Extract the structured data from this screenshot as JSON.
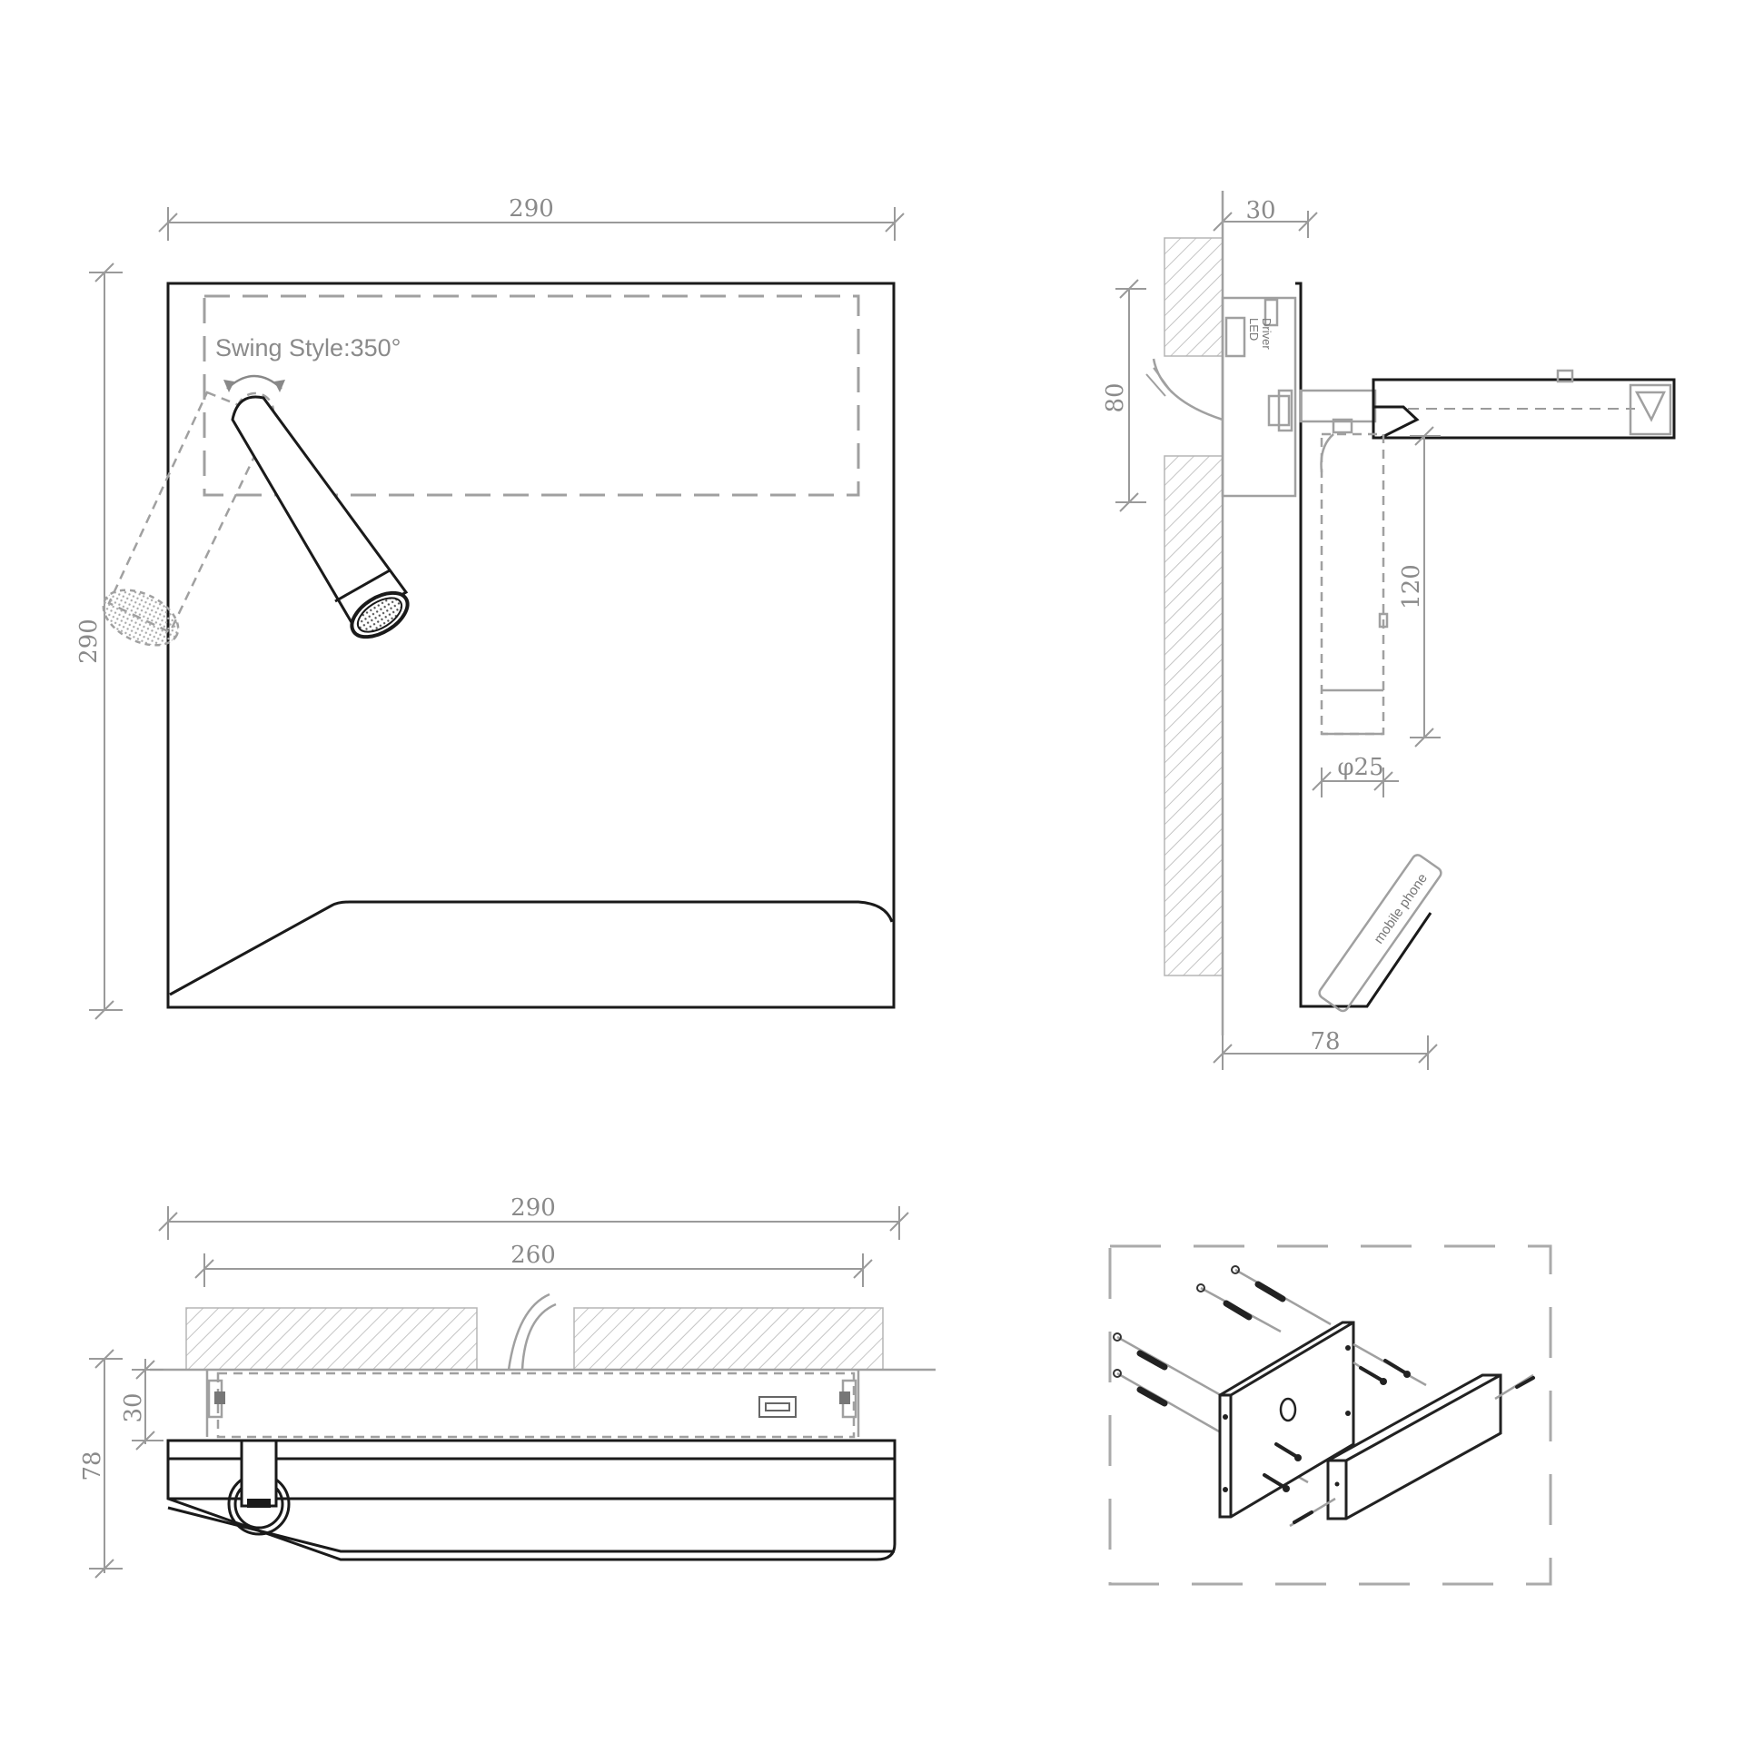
{
  "front_view": {
    "width_dim": "290",
    "height_dim": "290",
    "swing_label": "Swing Style:350°"
  },
  "side_view": {
    "depth_dim": "30",
    "driver_box_dim": "80",
    "arm_drop_dim": "120",
    "diameter_dim": "φ25",
    "total_depth_dim": "78",
    "led_driver_label_1": "LED",
    "led_driver_label_2": "Driver",
    "phone_label": "mobile phone"
  },
  "top_view": {
    "width_dim": "290",
    "box_width_dim": "260",
    "box_depth_dim": "30",
    "total_depth_dim": "78"
  },
  "install_view": {
    "icons": [
      "wall-plug-icon",
      "screw-icon",
      "mounting-bracket-icon",
      "cover-plate-icon"
    ]
  }
}
